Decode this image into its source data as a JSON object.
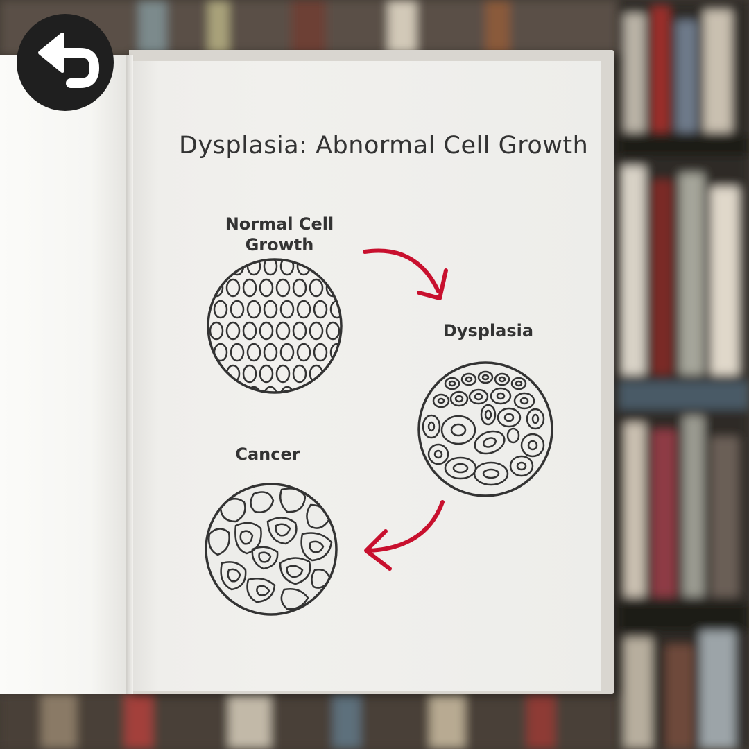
{
  "diagram": {
    "title": "Dysplasia: Abnormal Cell Growth",
    "stages": [
      {
        "label_line1": "Normal Cell",
        "label_line2": "Growth"
      },
      {
        "label_line1": "Dysplasia"
      },
      {
        "label_line1": "Cancer"
      }
    ],
    "arrow_color": "#c8102e",
    "ink_color": "#333333"
  },
  "controls": {
    "back_button_icon": "undo-arrow-icon"
  }
}
